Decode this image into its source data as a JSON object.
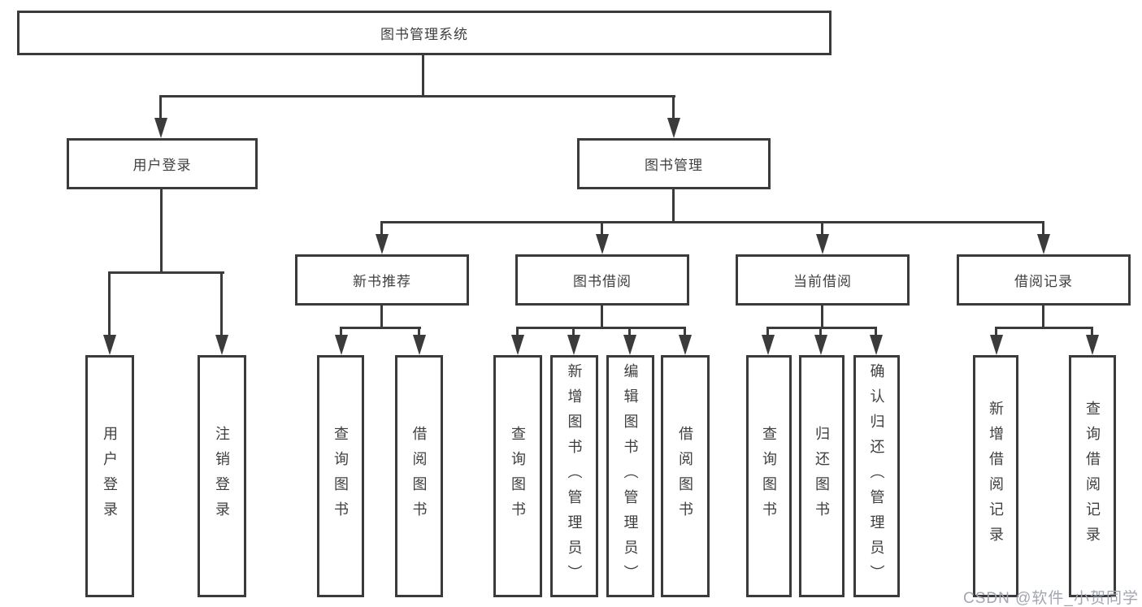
{
  "diagram": {
    "root": {
      "label": "图书管理系统"
    },
    "user": {
      "label": "用户登录",
      "children": [
        {
          "label": "用户登录"
        },
        {
          "label": "注销登录"
        }
      ]
    },
    "book": {
      "label": "图书管理",
      "children": [
        {
          "label": "新书推荐",
          "children": [
            {
              "label": "查询图书"
            },
            {
              "label": "借阅图书"
            }
          ]
        },
        {
          "label": "图书借阅",
          "children": [
            {
              "label": "查询图书"
            },
            {
              "label": "新增图书（管理员）"
            },
            {
              "label": "编辑图书（管理员）"
            },
            {
              "label": "借阅图书"
            }
          ]
        },
        {
          "label": "当前借阅",
          "children": [
            {
              "label": "查询图书"
            },
            {
              "label": "归还图书"
            },
            {
              "label": "确认归还（管理员）"
            }
          ]
        },
        {
          "label": "借阅记录",
          "children": [
            {
              "label": "新增借阅记录"
            },
            {
              "label": "查询借阅记录"
            }
          ]
        }
      ]
    },
    "watermark": "CSDN @软件_小贺同学",
    "colors": {
      "line": "#3b3b3b",
      "box_fill": "#ffffff",
      "watermark": "#a2a6b0"
    }
  }
}
